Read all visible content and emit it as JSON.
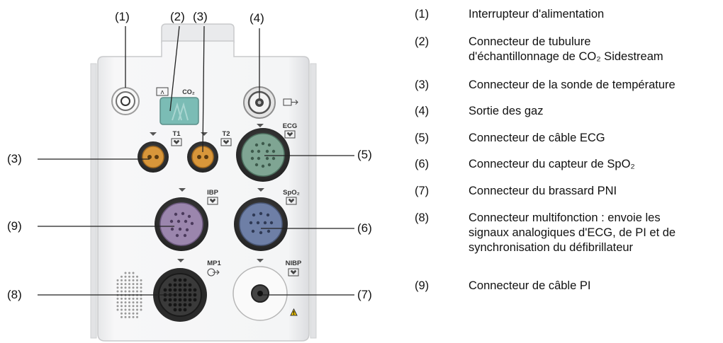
{
  "callouts": {
    "c1": "(1)",
    "c2": "(2)",
    "c3_top": "(3)",
    "c4": "(4)",
    "c3_left": "(3)",
    "c5": "(5)",
    "c9": "(9)",
    "c6": "(6)",
    "c8": "(8)",
    "c7": "(7)"
  },
  "panel_labels": {
    "co2": "CO₂",
    "t1": "T1",
    "t2": "T2",
    "ecg": "ECG",
    "ibp": "IBP",
    "spo2": "SpO₂",
    "mp1": "MP1",
    "nibp": "NIBP"
  },
  "legend": [
    {
      "num": "(1)",
      "lines": [
        "Interrupteur d'alimentation"
      ]
    },
    {
      "num": "(2)",
      "lines": [
        "Connecteur de tubulure",
        "d'échantillonnage de CO₂ Sidestream"
      ]
    },
    {
      "num": "(3)",
      "lines": [
        "Connecteur de la sonde de température"
      ]
    },
    {
      "num": "(4)",
      "lines": [
        "Sortie des gaz"
      ]
    },
    {
      "num": "(5)",
      "lines": [
        "Connecteur de câble ECG"
      ]
    },
    {
      "num": "(6)",
      "lines": [
        "Connecteur du capteur de SpO₂"
      ]
    },
    {
      "num": "(7)",
      "lines": [
        "Connecteur du brassard PNI"
      ]
    },
    {
      "num": "(8)",
      "lines": [
        "Connecteur multifonction : envoie les",
        "signaux analogiques d'ECG, de PI et de",
        "synchronisation du défibrillateur"
      ]
    },
    {
      "num": "(9)",
      "lines": [
        "Connecteur de câble PI"
      ]
    }
  ],
  "colors": {
    "body": "#f1f2f3",
    "edge": "#c9cacc",
    "co2_port": "#7bbcb5",
    "temp_port": "#d8963a",
    "ecg_port": "#7fa593",
    "ibp_port": "#9b86ad",
    "spo2_port": "#6e7fa6",
    "connector_ring": "#3a3a3a",
    "warning": "#f2c500"
  }
}
